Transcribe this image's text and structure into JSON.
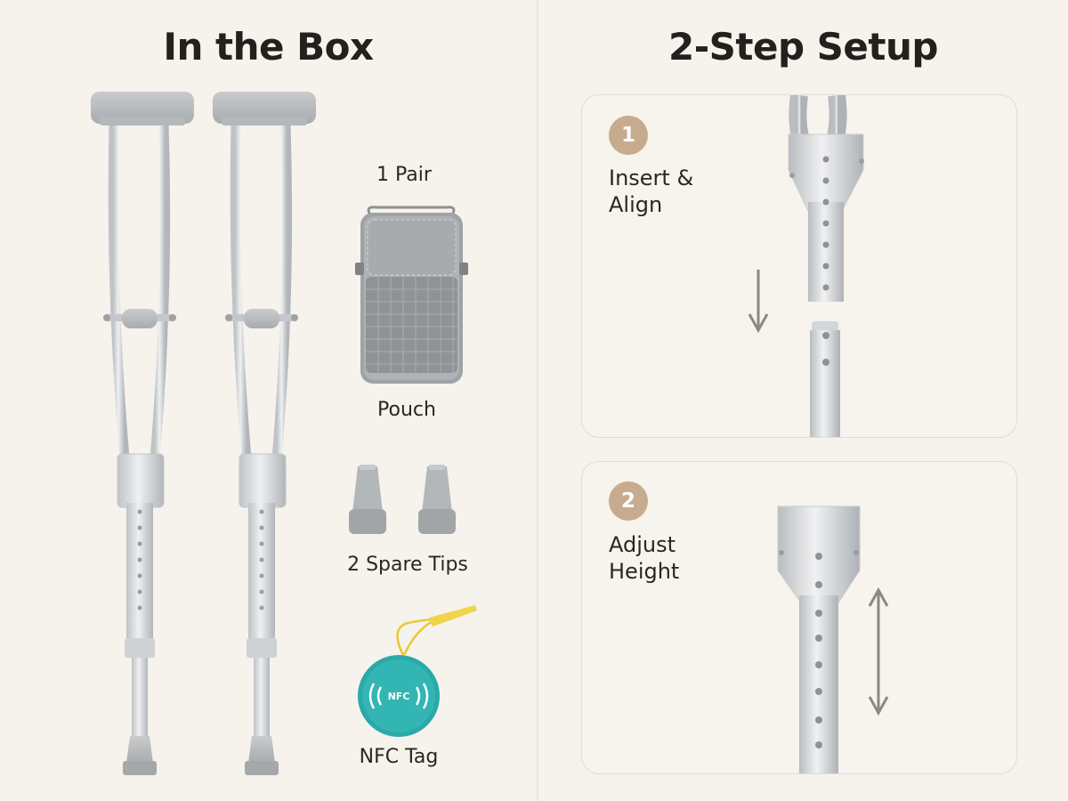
{
  "left_panel": {
    "title": "In the Box",
    "items": [
      {
        "label": "1 Pair"
      },
      {
        "label": "Pouch"
      },
      {
        "label": "2 Spare Tips"
      },
      {
        "label": "NFC Tag"
      }
    ],
    "nfc_text": "NFC"
  },
  "right_panel": {
    "title": "2-Step Setup",
    "steps": [
      {
        "number": "1",
        "text": "Insert &\nAlign"
      },
      {
        "number": "2",
        "text": "Adjust\nHeight"
      }
    ]
  },
  "colors": {
    "background": "#f6f2ec",
    "accent": "#c7ab8e",
    "nfc_tag": "#2aa9a8",
    "cord": "#f0d44a"
  }
}
